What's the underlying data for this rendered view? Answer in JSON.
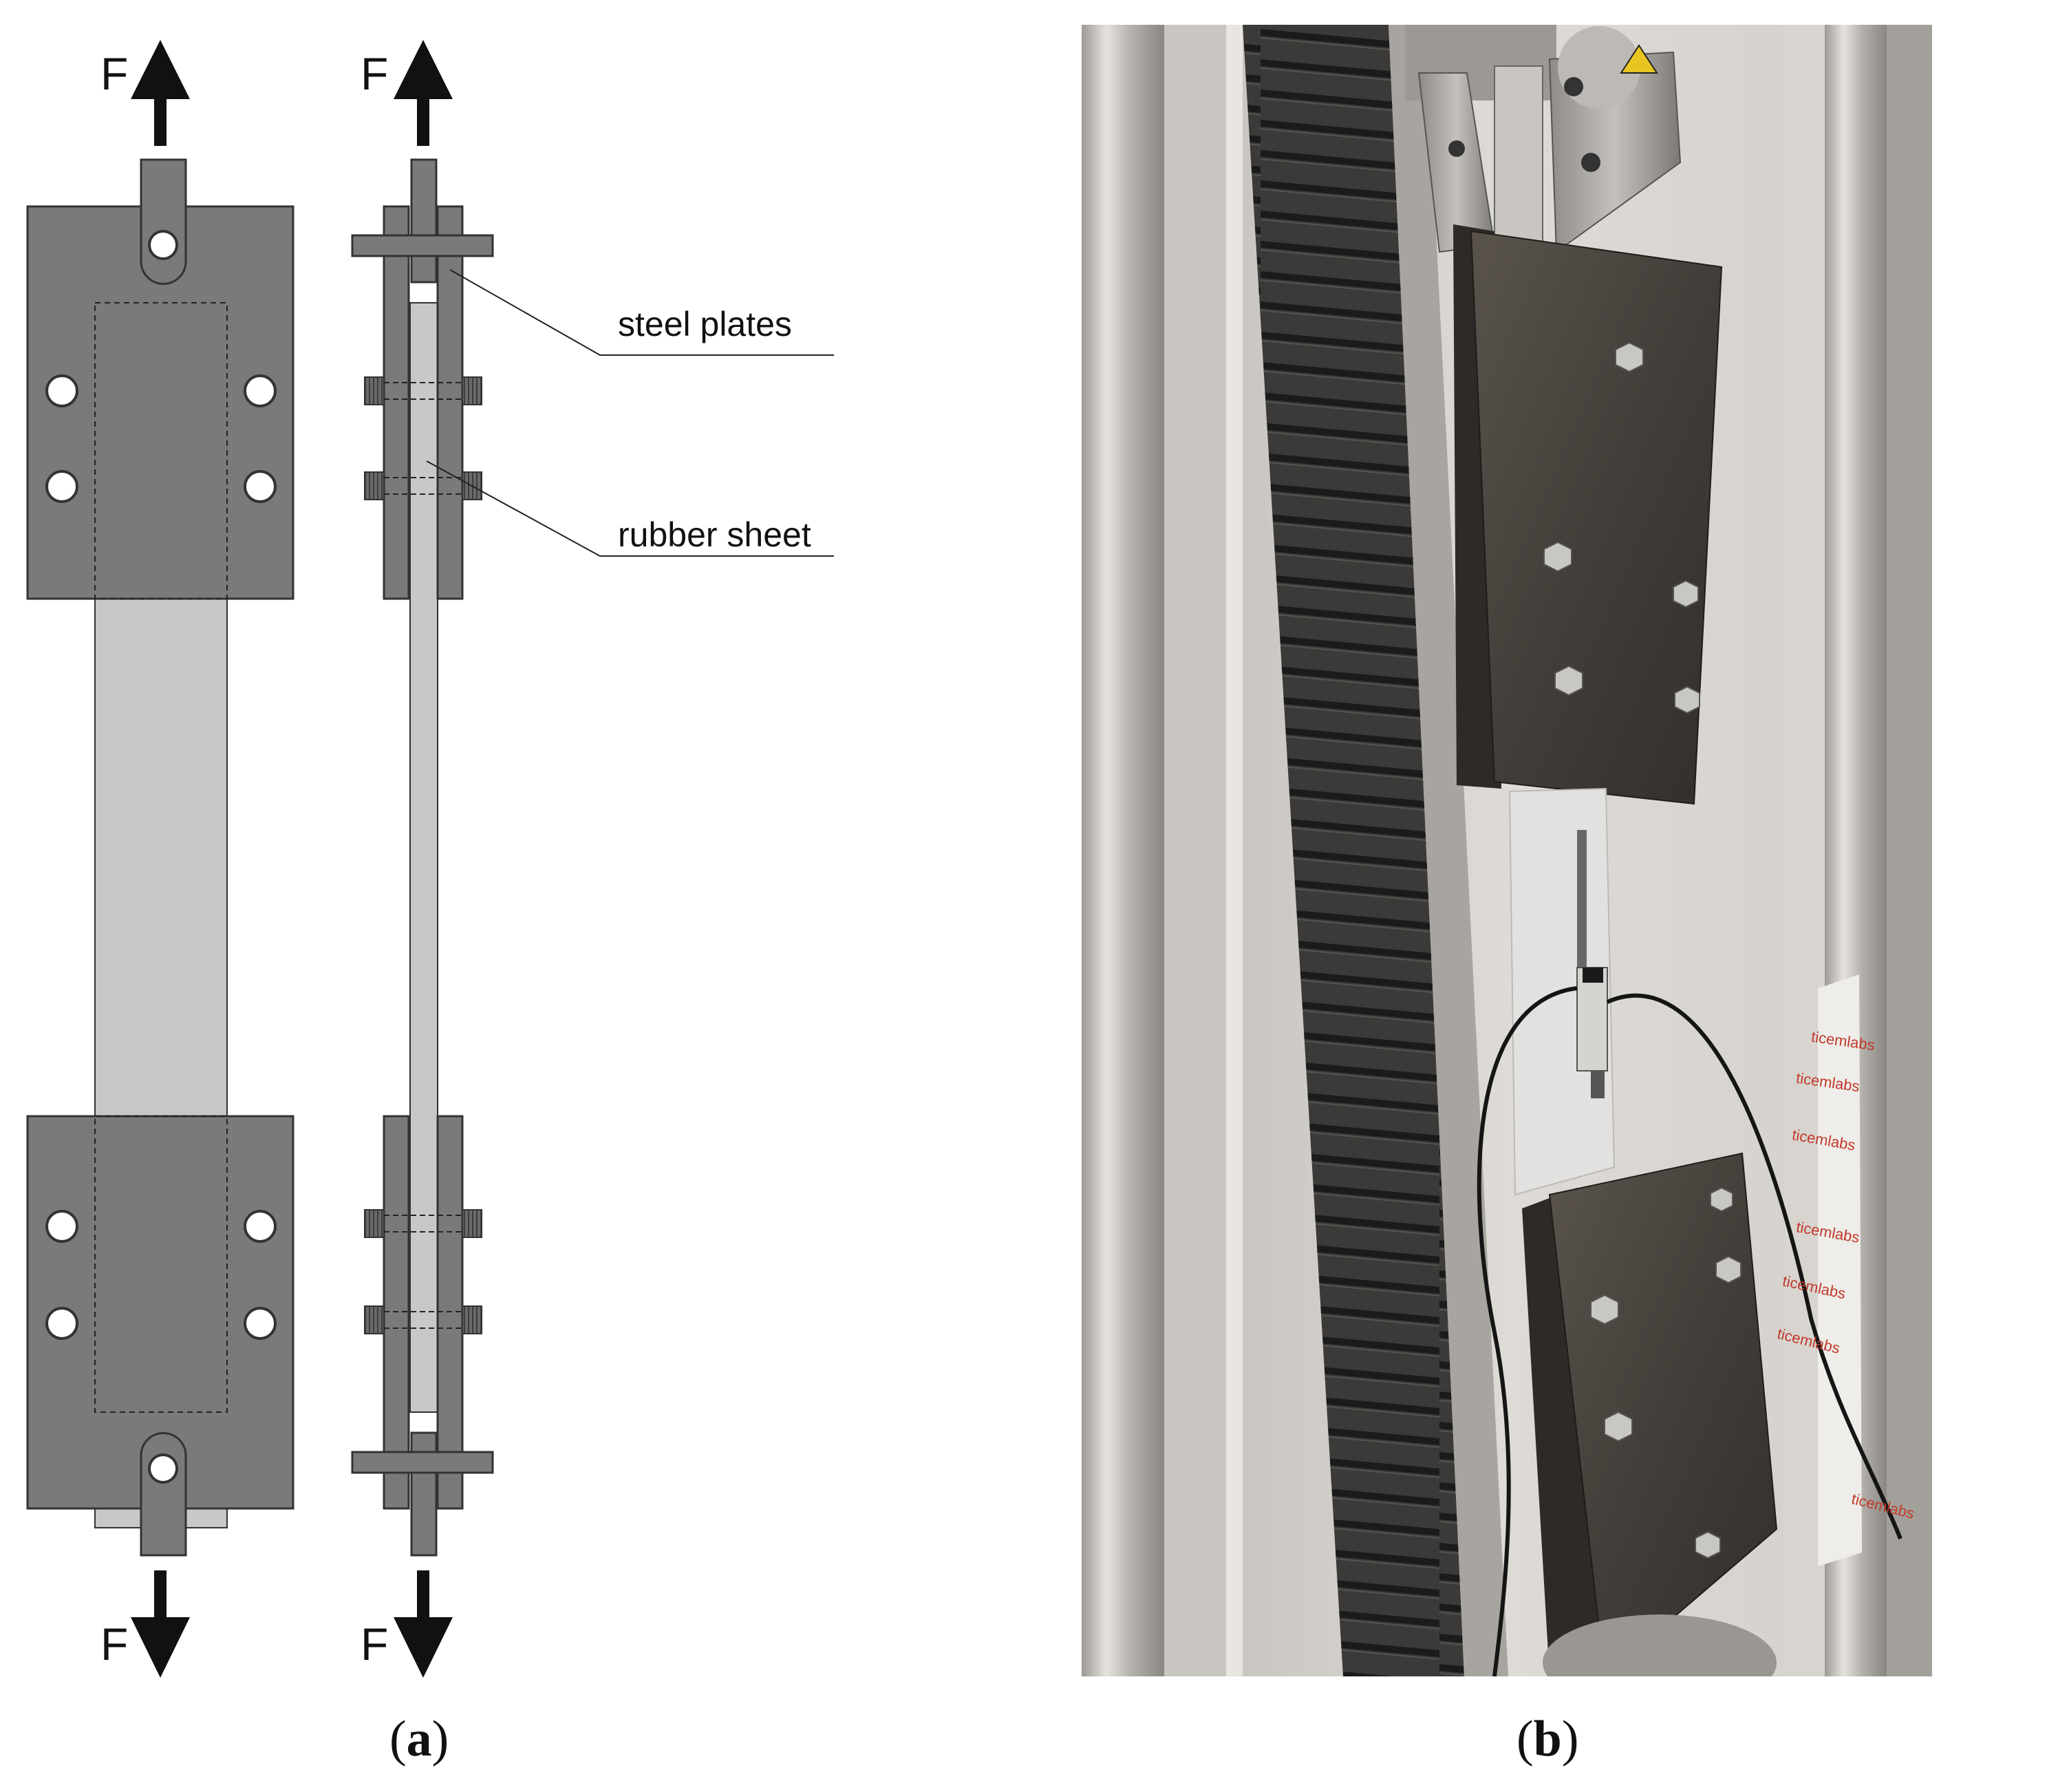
{
  "panel_a": {
    "force_label": "F",
    "callouts": {
      "steel": "steel plates",
      "rubber": "rubber sheet"
    },
    "caption": {
      "open": "(",
      "letter": "a",
      "close": ")"
    }
  },
  "panel_b": {
    "watermark": "ticemlabs",
    "caption": {
      "open": "(",
      "letter": "b",
      "close": ")"
    }
  },
  "colors": {
    "steel": "#7a7a7a",
    "steel_dark": "#5e5e5e",
    "specimen": "#c8c8c8",
    "outline": "#333333",
    "arrow": "#111111",
    "photo_bg": "#dad8d3",
    "photo_plate": "#47423d"
  },
  "icons": [
    "arrow-up-icon",
    "arrow-down-icon",
    "bolt-hole-icon",
    "hex-bolt-icon"
  ]
}
